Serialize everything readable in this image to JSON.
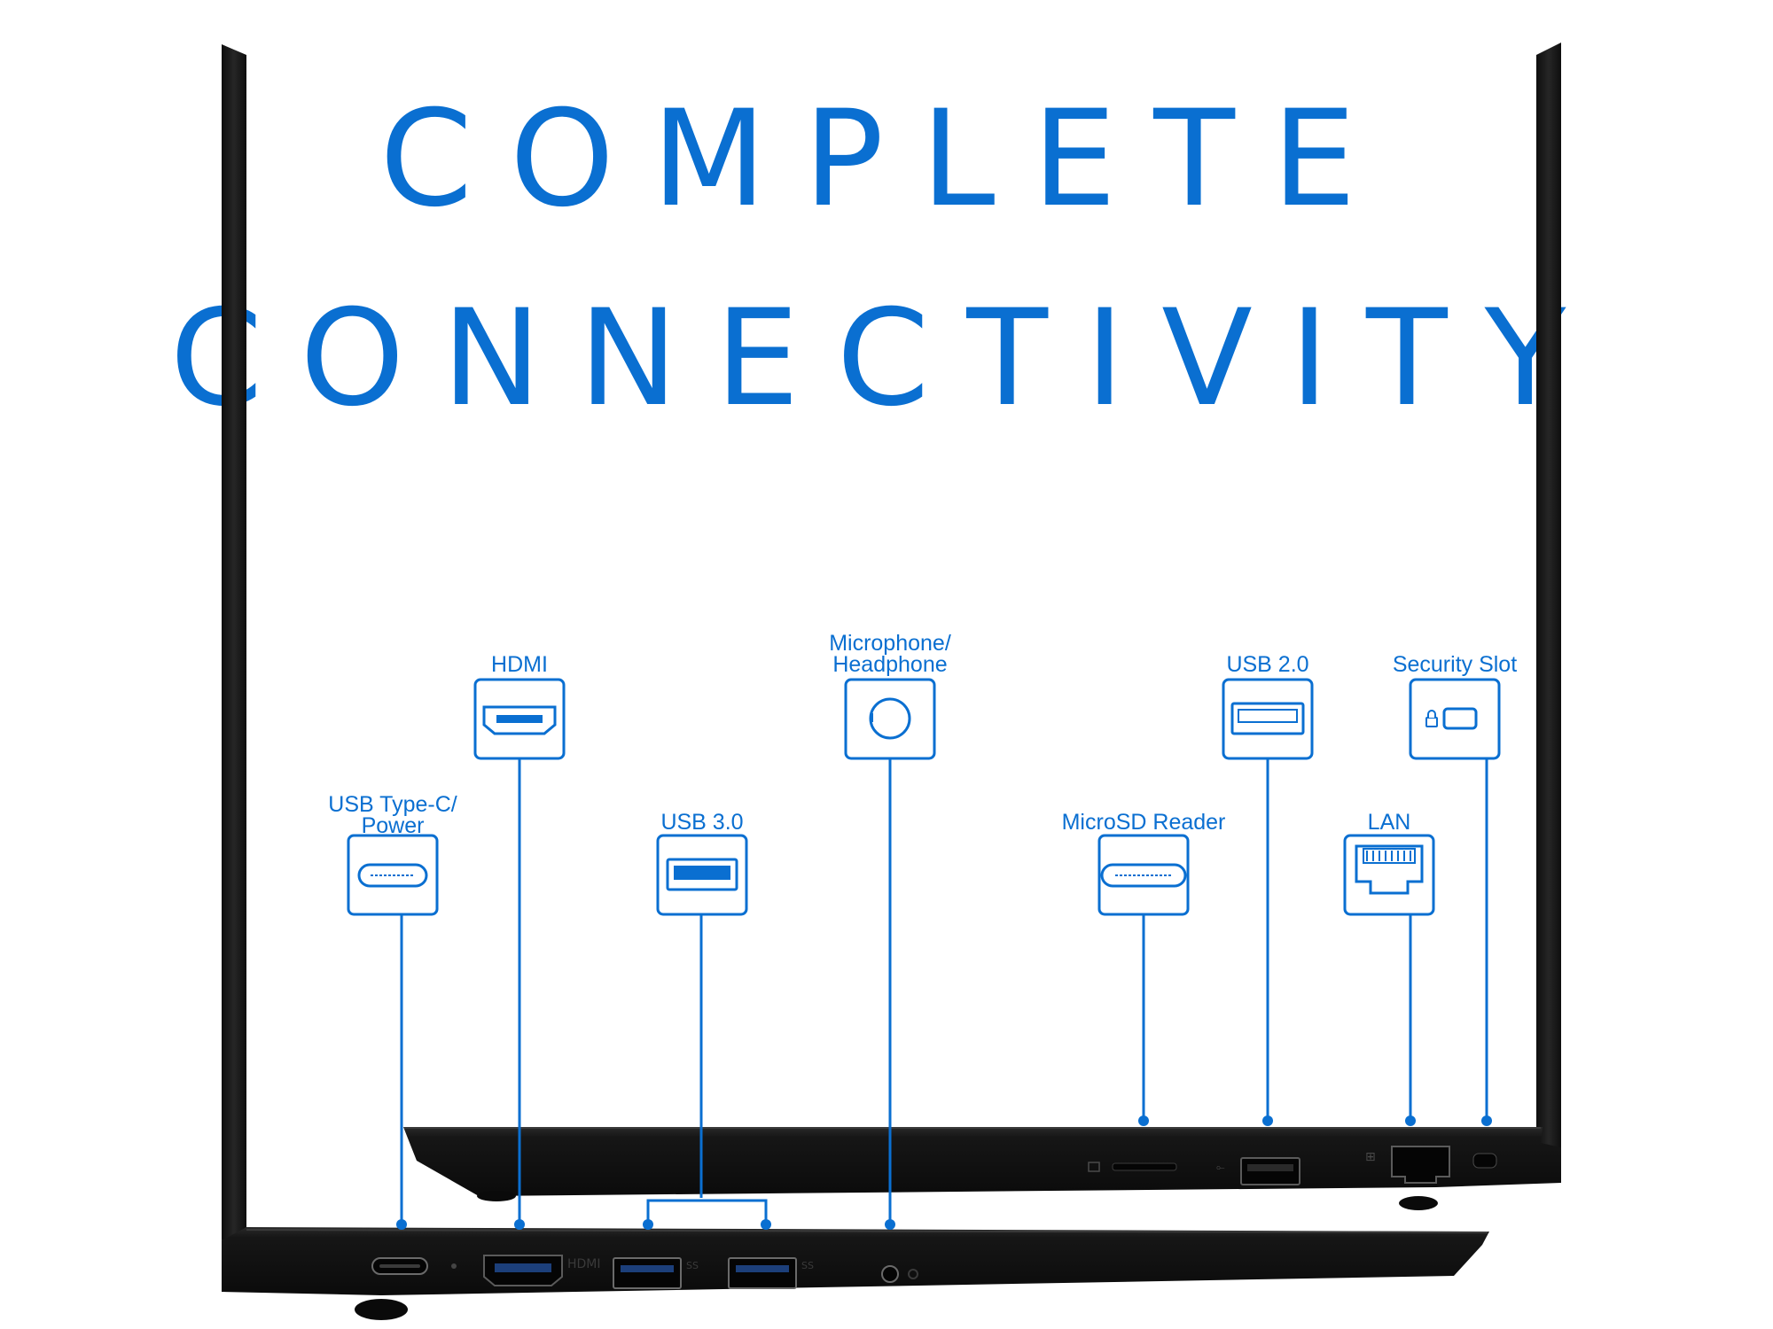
{
  "headline": {
    "line1": "COMPLETE",
    "line2": "CONNECTIVITY"
  },
  "ports": [
    {
      "key": "usb_c",
      "label_line1": "USB Type-C/",
      "label_line2": "Power",
      "icon": "usb-c-icon"
    },
    {
      "key": "hdmi",
      "label_line1": "HDMI",
      "label_line2": "",
      "icon": "hdmi-icon"
    },
    {
      "key": "usb30",
      "label_line1": "USB 3.0",
      "label_line2": "",
      "icon": "usb-3-0-icon"
    },
    {
      "key": "audio",
      "label_line1": "Microphone/",
      "label_line2": "Headphone",
      "icon": "audio-jack-icon"
    },
    {
      "key": "microsd",
      "label_line1": "MicroSD Reader",
      "label_line2": "",
      "icon": "microsd-icon"
    },
    {
      "key": "usb20",
      "label_line1": "USB 2.0",
      "label_line2": "",
      "icon": "usb-2-0-icon"
    },
    {
      "key": "lan",
      "label_line1": "LAN",
      "label_line2": "",
      "icon": "lan-icon"
    },
    {
      "key": "security",
      "label_line1": "Security Slot",
      "label_line2": "",
      "icon": "security-slot-icon"
    }
  ],
  "port_markings": {
    "hdmi": "HDMI",
    "usb": "SS"
  },
  "colors": {
    "accent": "#0a6fd1",
    "laptop_body": "#121212",
    "background": "#ffffff"
  }
}
